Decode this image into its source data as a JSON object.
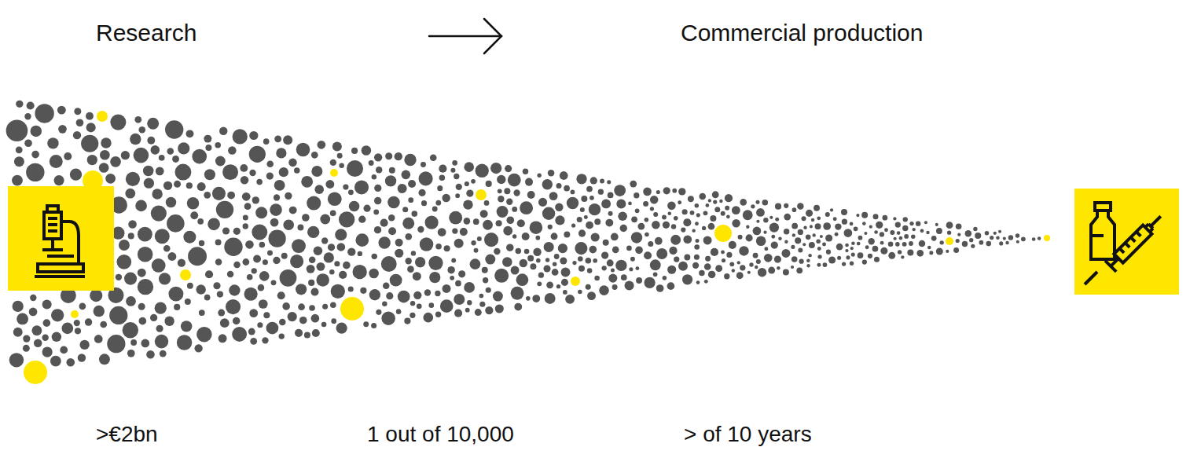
{
  "diagram": {
    "labels": [
      "Research",
      "Commercial production",
      ">€2bn",
      "1 out of 10,000",
      "> of 10 years"
    ]
  }
}
